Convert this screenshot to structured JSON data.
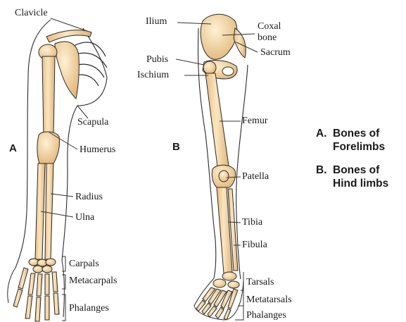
{
  "panels": {
    "forelimb": "A",
    "hindlimb": "B"
  },
  "forelimb_labels": {
    "clavicle": "Clavicle",
    "scapula": "Scapula",
    "humerus": "Humerus",
    "radius": "Radius",
    "ulna": "Ulna",
    "carpals": "Carpals",
    "metacarpals": "Metacarpals",
    "phalanges": "Phalanges"
  },
  "hindlimb_labels": {
    "ilium": "Ilium",
    "coxal_line1": "Coxal",
    "coxal_line2": "bone",
    "sacrum": "Sacrum",
    "pubis": "Pubis",
    "ischium": "Ischium",
    "femur": "Femur",
    "patella": "Patella",
    "tibia": "Tibia",
    "fibula": "Fibula",
    "tarsals": "Tarsals",
    "metatarsals": "Metatarsals",
    "phalanges": "Phalanges"
  },
  "legend": [
    {
      "key": "A.",
      "line1": "Bones of",
      "line2": "Forelimbs"
    },
    {
      "key": "B.",
      "line1": "Bones of",
      "line2": "Hind limbs"
    }
  ],
  "colors": {
    "bone_fill": "#f6dcae",
    "bone_shade": "#e2b77a",
    "outline": "#2a2a2a",
    "leader": "#333333"
  }
}
